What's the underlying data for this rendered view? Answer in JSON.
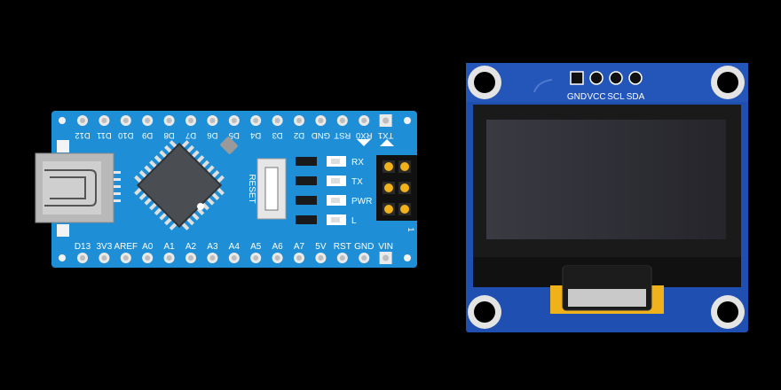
{
  "arduino": {
    "top_pins": [
      "D12",
      "D11",
      "D10",
      "D9",
      "D8",
      "D7",
      "D6",
      "D5",
      "D4",
      "D3",
      "D2",
      "GND",
      "RST",
      "RX0",
      "TX1"
    ],
    "bottom_pins": [
      "D13",
      "3V3",
      "AREF",
      "A0",
      "A1",
      "A2",
      "A3",
      "A4",
      "A5",
      "A6",
      "A7",
      "5V",
      "RST",
      "GND",
      "VIN"
    ],
    "reset_label": "RESET",
    "leds": [
      "RX",
      "TX",
      "PWR",
      "L"
    ],
    "icsp_pin1_label": "1"
  },
  "oled": {
    "pins": [
      "GND",
      "VCC",
      "SCL",
      "SDA"
    ]
  },
  "colors": {
    "background": "#000000",
    "pcb_blue": "#1e8fd6",
    "pcb_dark": "#1565c0",
    "oled_pcb": "#1f4fb0",
    "screen": "#2a2a30",
    "silkscreen": "#ffffff"
  }
}
